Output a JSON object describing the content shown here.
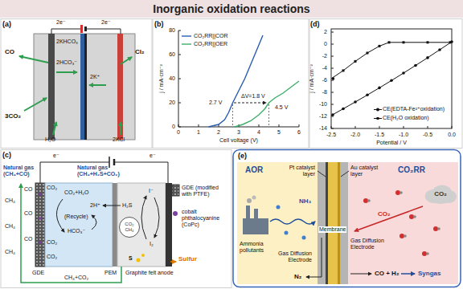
{
  "diagram": {
    "title": "Inorganic oxidation reactions",
    "nodes": [
      {
        "text": [
          "CO₂ CH₄"
        ]
      },
      {
        "text": [
          "AOR"
        ]
      },
      {
        "text": [
          "CO₂RR"
        ]
      },
      {
        "text": [
          "CO₂"
        ],
        "in": 2
      }
    ],
    "labels": [
      "(a)",
      "2e⁻",
      "2KHCO₃",
      "2e⁻",
      "CO",
      "Cl₂",
      "2HCO₃⁻",
      "2K⁺",
      "3CO₂",
      "H₂O",
      "2KCl",
      "(b)",
      "2.7 V",
      "ΔV=1.8 V",
      "4.5 V",
      "0",
      "1",
      "2",
      "3",
      "4",
      "5",
      "6",
      "0",
      "20",
      "40",
      "60",
      "80",
      "j / mA·cm⁻²",
      "Cell voltage (V)",
      "(d)",
      "-2.5",
      "-2.0",
      "-1.5",
      "-1.0",
      "-0.5",
      "0.0",
      "2",
      "0",
      "-2",
      "-4",
      "-6",
      "-8",
      "-10",
      "-12",
      "-14",
      "j / mA·cm⁻²",
      "Potential / V",
      "(c)",
      "e⁻",
      "e⁻",
      "Natural gas (CH₄+CO)",
      "Natural gas (CH₄+H₂S+CO₂)",
      "CO",
      "CH₄",
      "CO",
      "CH₄",
      "CO",
      "CH₄",
      "CO₂",
      "CO₂",
      "CO₂",
      "CO₂+H₂O",
      "(Recycle)",
      "HCO₃⁻",
      "2H⁺",
      "H₂S",
      "I⁻",
      "I₂",
      "S",
      "Sulfur",
      "GDE",
      "PEM",
      "Graphite felt anode",
      "CH₄+CO₂",
      "(e)",
      "Pt catalyst layer",
      "Au catalyst layer",
      "NH₃",
      "Ammonia pollutants",
      "Membrane",
      "Gas Diffusion Electrode",
      "Gas Diffusion Electrode",
      "N₂",
      "CO₂",
      "CO + H₂",
      "Syngas"
    ],
    "legend": [
      {
        "text": "CO₂RR||COR"
      },
      {
        "text": "CO₂RR||OER"
      },
      {
        "text": "CE(EDTA-Fe²⁺oxidation)"
      },
      {
        "text": "CE(H₂O oxidation)"
      },
      {
        "text": "GDE (modified with PTFE)"
      },
      {
        "text": "cobalt phthalocyanine (CoPc)"
      }
    ]
  }
}
